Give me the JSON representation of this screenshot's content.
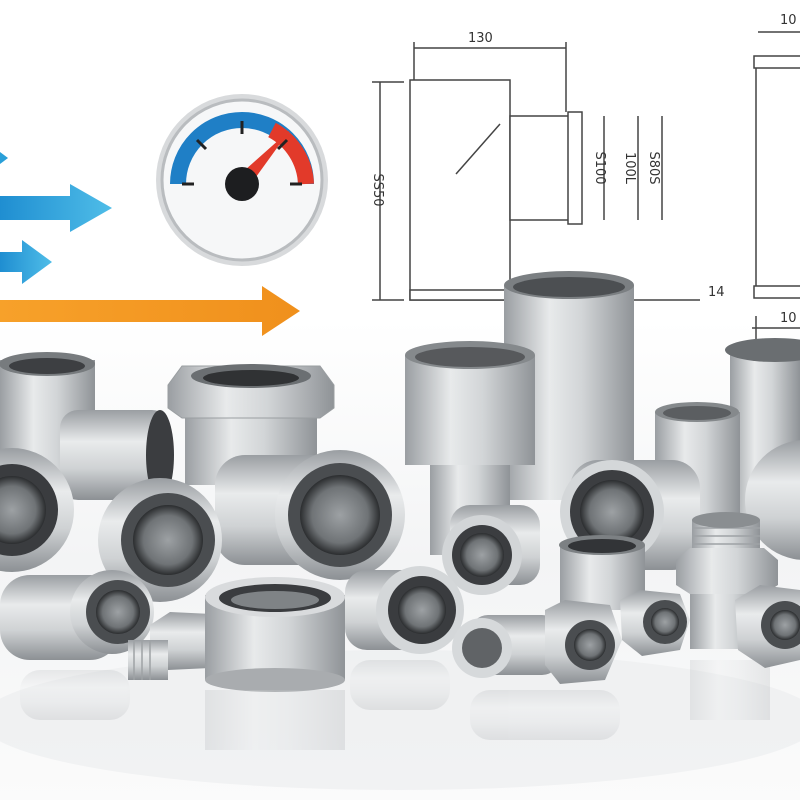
{
  "colors": {
    "arrow_blue": "#2a9fd8",
    "arrow_orange": "#f0921e",
    "gauge_blue": "#1f7fc6",
    "needle_red": "#e23a2a",
    "fitting_gray": "#c9ccce",
    "drawing_line": "#444444"
  },
  "gauge": {
    "icon": "pressure-gauge-icon"
  },
  "drawing": {
    "tee_top_width": "130",
    "tee_height": "SS50",
    "label_a": "S100",
    "label_b": "100L",
    "label_c": "S80S",
    "label_bottom": "14",
    "right_top": "10",
    "right_bottom": "10"
  }
}
